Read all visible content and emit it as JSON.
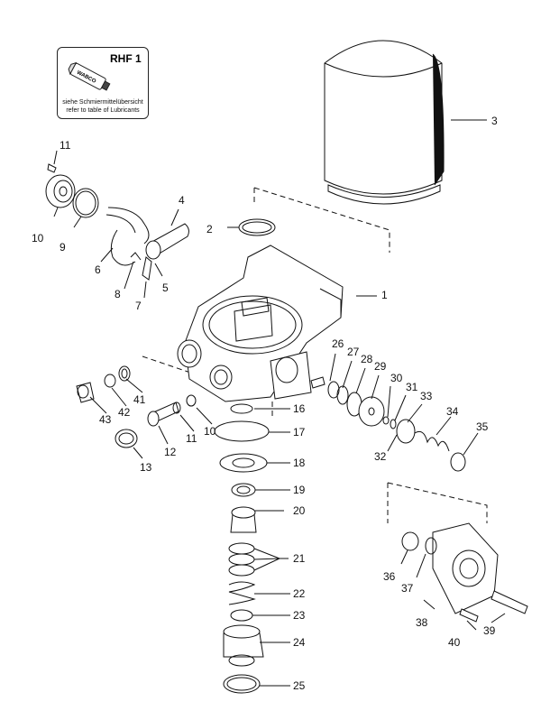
{
  "legend": {
    "code": "RHF 1",
    "brand": "WABCO",
    "note_de": "siehe Schmiermittelübersicht",
    "note_en": "refer to table of Lubricants"
  },
  "callouts": [
    "1",
    "2",
    "3",
    "4",
    "5",
    "6",
    "7",
    "8",
    "9",
    "10",
    "11",
    "12",
    "13",
    "16",
    "17",
    "18",
    "19",
    "20",
    "21",
    "22",
    "23",
    "24",
    "25",
    "26",
    "27",
    "28",
    "29",
    "30",
    "31",
    "32",
    "33",
    "34",
    "35",
    "36",
    "37",
    "38",
    "39",
    "40",
    "41",
    "42",
    "43"
  ],
  "callouts_second": [
    "10",
    "11"
  ]
}
